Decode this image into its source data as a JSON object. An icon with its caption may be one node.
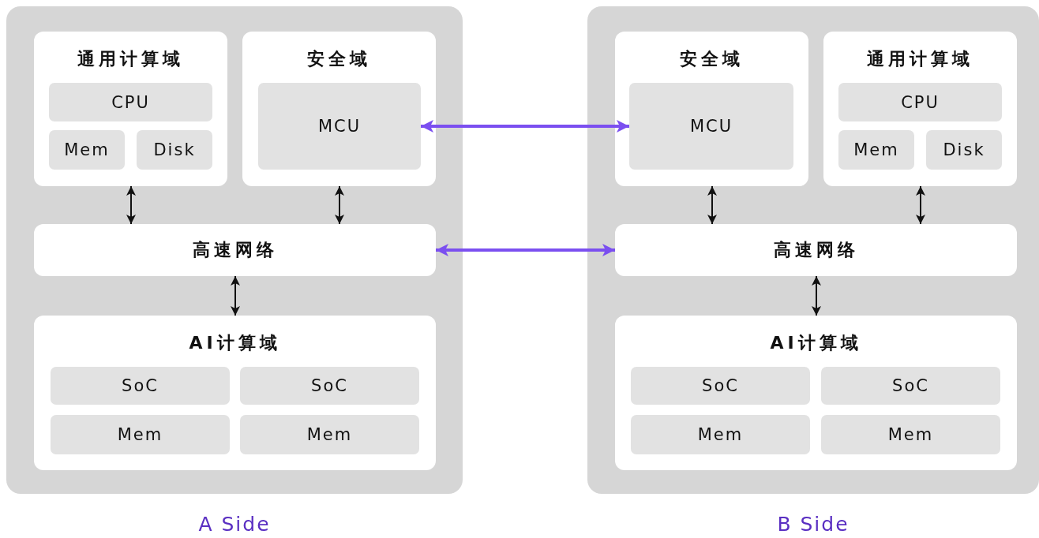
{
  "diagram": {
    "nodes": [
      {
        "text": [
          "A Side"
        ]
      },
      {
        "text": [
          "通用计算域"
        ],
        "in": 0
      },
      {
        "text": [
          "CPU"
        ],
        "in": 1
      },
      {
        "text": [
          "Mem"
        ],
        "in": 1
      },
      {
        "text": [
          "Disk"
        ],
        "in": 1
      },
      {
        "text": [
          "安全域"
        ],
        "in": 0
      },
      {
        "text": [
          "MCU"
        ],
        "in": 5
      },
      {
        "text": [
          "高速网络"
        ],
        "in": 0
      },
      {
        "text": [
          "AI计算域"
        ],
        "in": 0
      },
      {
        "text": [
          "SoC"
        ],
        "in": 8
      },
      {
        "text": [
          "SoC"
        ],
        "in": 8
      },
      {
        "text": [
          "Mem"
        ],
        "in": 8
      },
      {
        "text": [
          "Mem"
        ],
        "in": 8
      },
      {
        "text": [
          "B Side"
        ]
      },
      {
        "text": [
          "安全域"
        ],
        "in": 13
      },
      {
        "text": [
          "MCU"
        ],
        "in": 14
      },
      {
        "text": [
          "通用计算域"
        ],
        "in": 13
      },
      {
        "text": [
          "CPU"
        ],
        "in": 16
      },
      {
        "text": [
          "Mem"
        ],
        "in": 16
      },
      {
        "text": [
          "Disk"
        ],
        "in": 16
      },
      {
        "text": [
          "高速网络"
        ],
        "in": 13
      },
      {
        "text": [
          "AI计算域"
        ],
        "in": 13
      },
      {
        "text": [
          "SoC"
        ],
        "in": 21
      },
      {
        "text": [
          "SoC"
        ],
        "in": 21
      },
      {
        "text": [
          "Mem"
        ],
        "in": 21
      },
      {
        "text": [
          "Mem"
        ],
        "in": 21
      }
    ],
    "edges": [
      {
        "from": 1,
        "to": 7,
        "arrow": "both"
      },
      {
        "from": 5,
        "to": 7,
        "arrow": "both"
      },
      {
        "from": 7,
        "to": 8,
        "arrow": "both"
      },
      {
        "from": 6,
        "to": 15,
        "arrow": "both",
        "style": "thick",
        "color": "#7b4ff0"
      },
      {
        "from": 7,
        "to": 20,
        "arrow": "both",
        "style": "thick",
        "color": "#7b4ff0"
      },
      {
        "from": 14,
        "to": 20,
        "arrow": "both"
      },
      {
        "from": 16,
        "to": 20,
        "arrow": "both"
      },
      {
        "from": 20,
        "to": 21,
        "arrow": "both"
      }
    ]
  }
}
